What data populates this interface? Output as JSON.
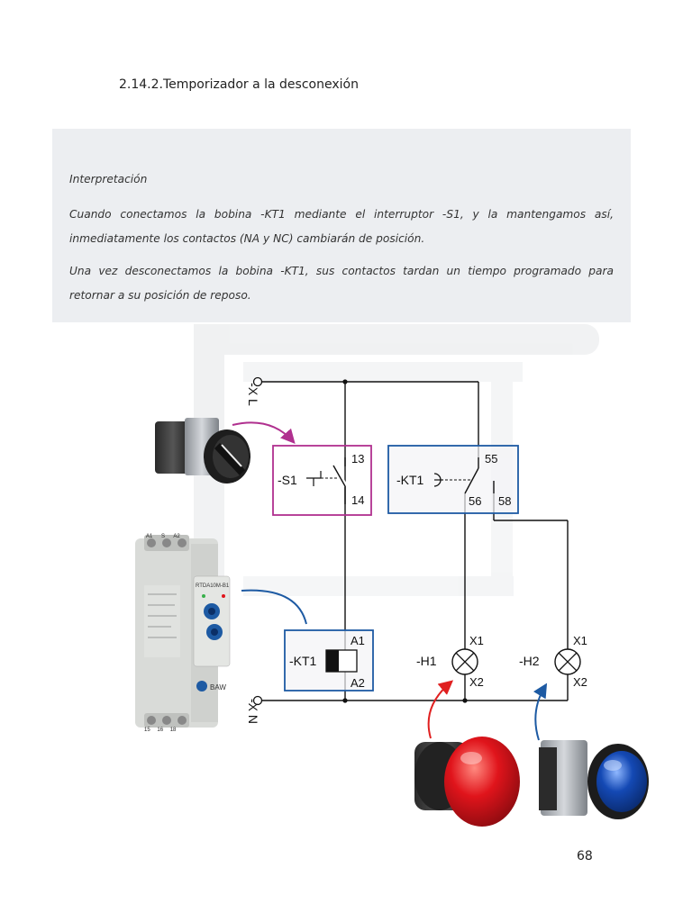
{
  "heading": "2.14.2.Temporizador a la desconexión",
  "note": {
    "title": "Interpretación",
    "paragraph1": "Cuando conectamos la bobina -KT1 mediante el interruptor -S1, y la mantengamos así, inmediatamente los contactos (NA y NC) cambiarán de posición.",
    "paragraph2": "Una vez desconectamos la bobina -KT1, sus contactos tardan un tiempo programado para retornar a su posición de reposo."
  },
  "diagram": {
    "line_top": "-X L",
    "line_bottom": "-X N",
    "switch": {
      "name": "-S1",
      "terminal_top": "13",
      "terminal_bottom": "14"
    },
    "timer_contact": {
      "name": "-KT1",
      "terminal_common": "55",
      "terminal_nc": "56",
      "terminal_no": "58"
    },
    "coil": {
      "name": "-KT1",
      "terminal_top": "A1",
      "terminal_bottom": "A2"
    },
    "lamp1": {
      "name": "-H1",
      "terminal_top": "X1",
      "terminal_bottom": "X2"
    },
    "lamp2": {
      "name": "-H2",
      "terminal_top": "X1",
      "terminal_bottom": "X2"
    },
    "relay_device": {
      "model": "RTDA10M-B1",
      "brand": "BAW",
      "terminals_top": [
        "A1",
        "S",
        "A2"
      ],
      "terminals_bottom": [
        "15",
        "16",
        "18"
      ]
    },
    "colors": {
      "switch_frame": "#b0308f",
      "kt1_frame": "#1d5aa3",
      "red_arrow": "#e02020",
      "blue_arrow": "#1d5aa3",
      "red_lamp": "#e0141b",
      "blue_lamp": "#1449b4"
    }
  },
  "page_number": "68"
}
